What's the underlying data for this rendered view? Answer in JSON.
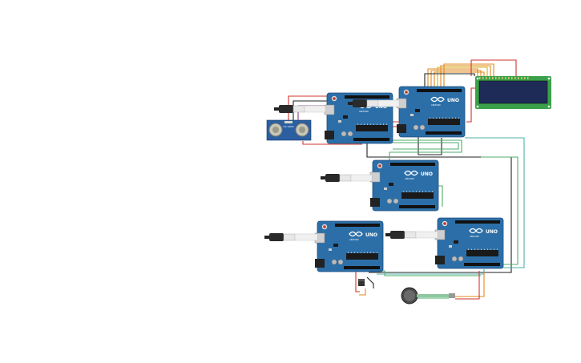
{
  "boards": [
    {
      "id": "board-a",
      "logo": "UNO",
      "brand": "ARDUINO"
    },
    {
      "id": "board-b",
      "logo": "UNO",
      "brand": "ARDUINO"
    },
    {
      "id": "board-c",
      "logo": "UNO",
      "brand": "ARDUINO"
    },
    {
      "id": "board-d",
      "logo": "UNO",
      "brand": "ARDUINO"
    },
    {
      "id": "board-e",
      "logo": "UNO",
      "brand": "ARDUINO"
    }
  ],
  "ultrasonic": {
    "label": "HC-SR04"
  },
  "colors": {
    "board": "#2c6fa8",
    "board_dark": "#1d4f7c",
    "lcd_frame": "#3aa14a",
    "lcd_screen": "#1f2b57",
    "wire_orange": "#e08a1e",
    "wire_red": "#d0342c",
    "wire_black": "#222222",
    "wire_green": "#4fae6c",
    "wire_teal": "#4fb0a8",
    "wire_yellow": "#d8b21a"
  }
}
